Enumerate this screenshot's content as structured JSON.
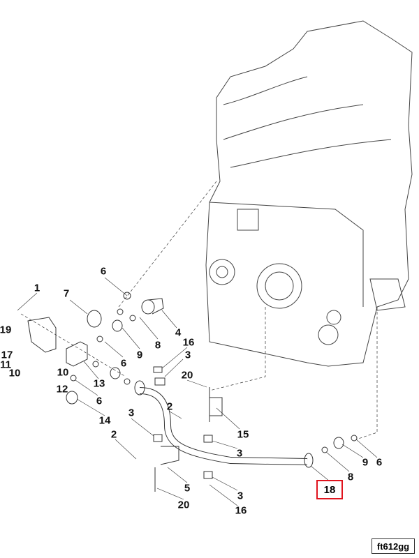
{
  "labels": [
    "1",
    "19",
    "17",
    "11",
    "10",
    "7",
    "6",
    "4",
    "16",
    "8",
    "9",
    "6",
    "3",
    "13",
    "10",
    "12",
    "6",
    "14",
    "20",
    "2",
    "3",
    "15",
    "2",
    "3",
    "5",
    "20",
    "3",
    "16",
    "8",
    "9",
    "6"
  ],
  "highlighted_part": "18",
  "drawing_code": "ft612gg",
  "colors": {
    "highlight": "#e0141e",
    "line": "#333333"
  }
}
